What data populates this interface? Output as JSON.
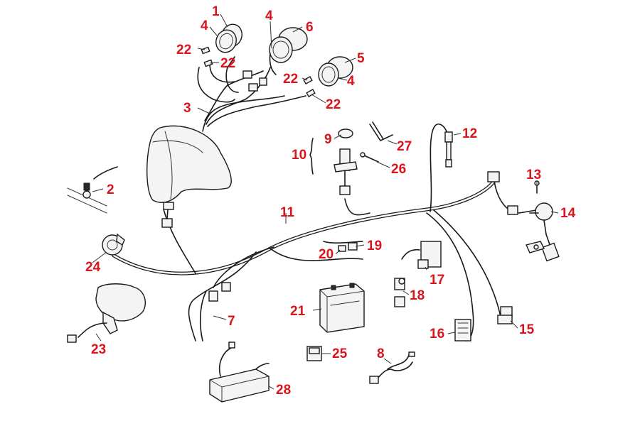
{
  "labels": {
    "l1": "1",
    "l2": "2",
    "l3": "3",
    "l4a": "4",
    "l4b": "4",
    "l4c": "4",
    "l5": "5",
    "l6": "6",
    "l7": "7",
    "l8": "8",
    "l9": "9",
    "l10": "10",
    "l11": "11",
    "l12": "12",
    "l13": "13",
    "l14": "14",
    "l15": "15",
    "l16": "16",
    "l17": "17",
    "l18": "18",
    "l19": "19",
    "l20": "20",
    "l21": "21",
    "l22a": "22",
    "l22b": "22",
    "l22c": "22",
    "l22d": "22",
    "l23": "23",
    "l24": "24",
    "l25": "25",
    "l26": "26",
    "l27": "27",
    "l28": "28"
  },
  "colors": {
    "label": "#d9141c",
    "line": "#1a1a1a"
  }
}
